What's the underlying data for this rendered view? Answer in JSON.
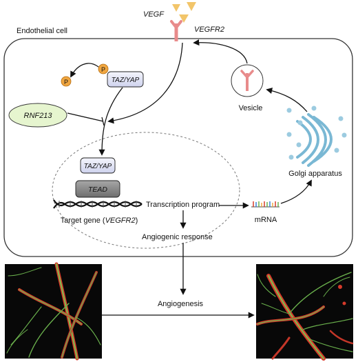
{
  "labels": {
    "vegf": "VEGF",
    "vegfr2": "VEGFR2",
    "endothelial_cell": "Endothelial cell",
    "p1": "P",
    "p2": "P",
    "taz_yap_top": "TAZ/YAP",
    "rnf213": "RNF213",
    "vesicle": "Vesicle",
    "golgi": "Golgi apparatus",
    "taz_yap_nucleus": "TAZ/YAP",
    "tead": "TEAD",
    "transcription_program": "Transcription program",
    "target_gene_prefix": "Target gene (",
    "target_gene_name": "VEGFR2",
    "target_gene_suffix": ")",
    "mrna": "mRNA",
    "angiogenic_response": "Angiogenic response",
    "angiogenesis": "Angiogenesis"
  },
  "colors": {
    "vegf_triangle": "#f2c56a",
    "receptor": "#e88b8b",
    "phosphate": "#f0a640",
    "rnf213_fill": "#e6f5cf",
    "taz_yap_fill": "#e4e6f5",
    "tead_fill": "#8d8d8d",
    "golgi": "#7ab8d4",
    "cell_border": "#333333",
    "micrograph_bg": "#080808",
    "micrograph_green": "#6ab04c",
    "micrograph_red": "#d63a2a"
  }
}
